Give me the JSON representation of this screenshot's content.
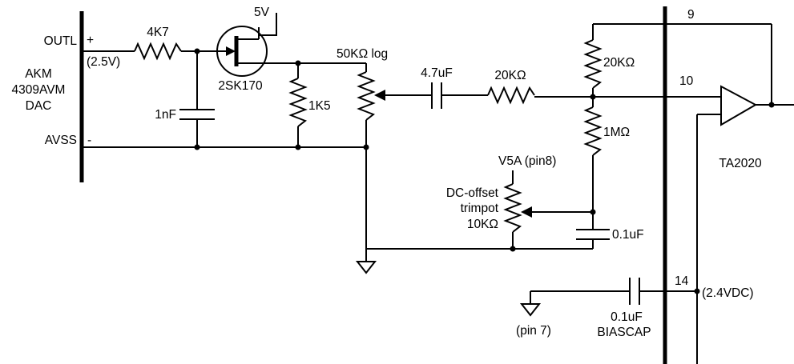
{
  "colors": {
    "ink": "#000000",
    "background": "#ffffff"
  },
  "dac": {
    "name_lines": [
      "AKM",
      "4309AVM",
      "DAC"
    ],
    "pin_outl": "OUTL",
    "pin_avss": "AVSS",
    "plus_sign": "+",
    "minus_sign": "-",
    "outl_voltage": "(2.5V)"
  },
  "components": {
    "r_series": "4K7",
    "c_filter": "1nF",
    "jfet": "2SK170",
    "jfet_supply": "5V",
    "r_load": "1K5",
    "pot_volume": "50KΩ log",
    "c_coupling": "4.7uF",
    "r_input": "20KΩ",
    "r_feedback": "20KΩ",
    "r_bias": "1MΩ",
    "trim_supply": "V5A (pin8)",
    "trim_lines": [
      "DC-offset",
      "trimpot",
      "10KΩ"
    ],
    "c_trim": "0.1uF",
    "c_bias": "0.1uF",
    "c_bias_name": "BIASCAP",
    "gnd_pin": "(pin 7)"
  },
  "amp": {
    "name": "TA2020",
    "pin_fb": "9",
    "pin_in": "10",
    "pin_bias": "14",
    "bias_voltage": "(2.4VDC)"
  }
}
